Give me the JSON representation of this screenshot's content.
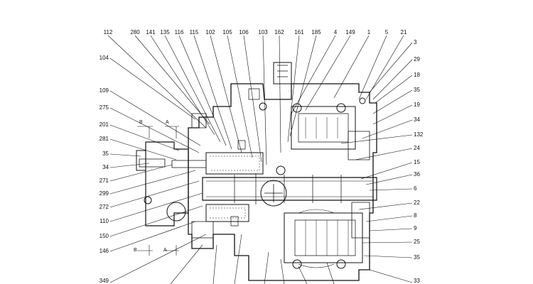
{
  "diagram": {
    "labels_top": [
      "112",
      "280",
      "141",
      "135",
      "116",
      "115",
      "102",
      "105",
      "106",
      "103",
      "162",
      "161",
      "185",
      "4",
      "149",
      "1",
      "5",
      "21"
    ],
    "labels_left": [
      "104",
      "109",
      "275",
      "201",
      "281",
      "35",
      "34",
      "271",
      "299",
      "272",
      "110",
      "150",
      "146",
      "349"
    ],
    "labels_right": [
      "3",
      "29",
      "18",
      "35",
      "19",
      "34",
      "132",
      "24",
      "15",
      "36",
      "6",
      "22",
      "8",
      "9",
      "25",
      "35",
      "33"
    ],
    "section_marks": [
      "B",
      "A",
      "B",
      "A"
    ]
  }
}
